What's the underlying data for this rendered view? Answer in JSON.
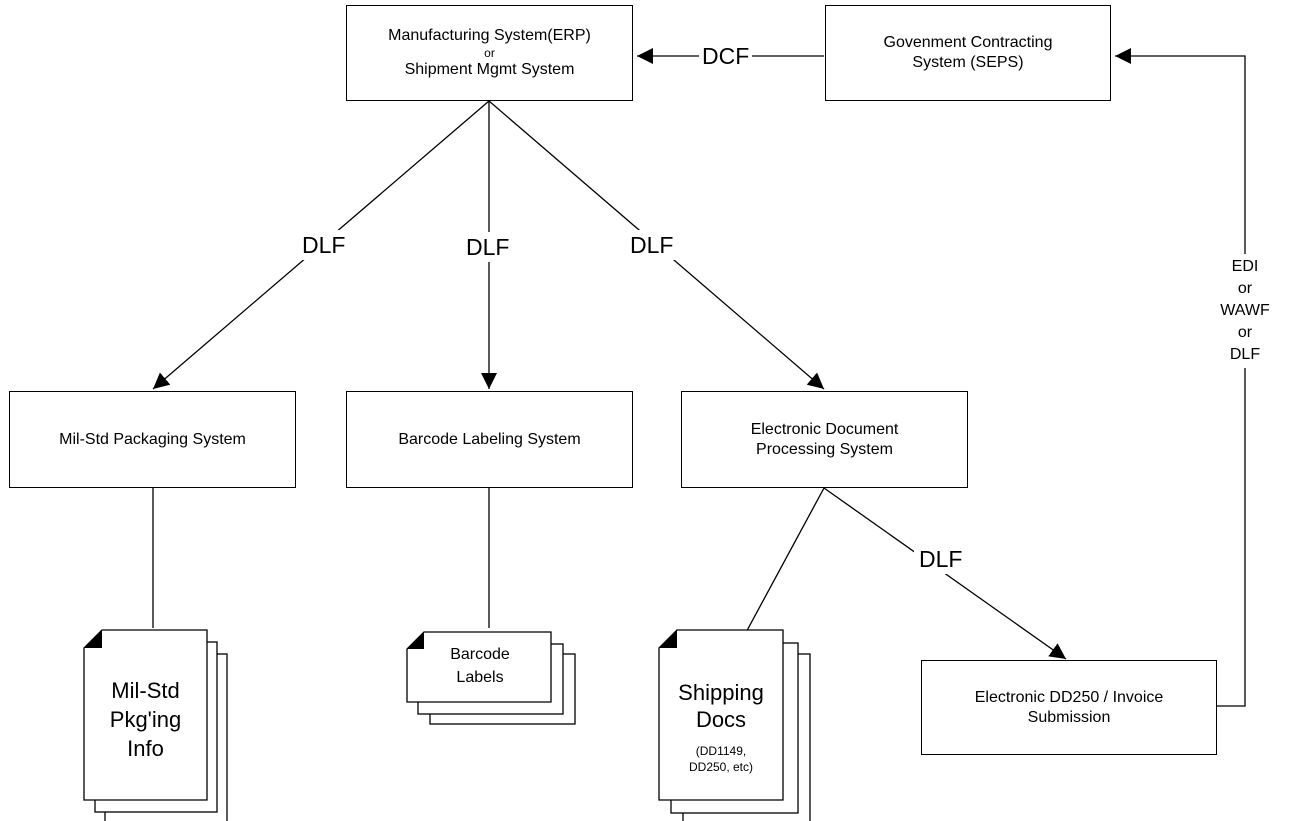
{
  "nodes": {
    "erp": {
      "line1": "Manufacturing System(ERP)",
      "line2": "or",
      "line3": "Shipment Mgmt System"
    },
    "seps": {
      "line1": "Govenment Contracting",
      "line2": "System (SEPS)"
    },
    "milstd_system": {
      "label": "Mil-Std Packaging System"
    },
    "barcode_system": {
      "label": "Barcode Labeling System"
    },
    "edp_system": {
      "line1": "Electronic Document",
      "line2": "Processing System"
    },
    "dd250": {
      "line1": "Electronic DD250 / Invoice",
      "line2": "Submission"
    }
  },
  "documents": {
    "milstd_info": {
      "line1": "Mil-Std",
      "line2": "Pkg'ing",
      "line3": "Info"
    },
    "barcode_labels": {
      "line1": "Barcode",
      "line2": "Labels"
    },
    "shipping_docs": {
      "line1": "Shipping",
      "line2": "Docs",
      "note1": "(DD1149,",
      "note2": "DD250, etc)"
    }
  },
  "edges": {
    "dcf": "DCF",
    "dlf_left": "DLF",
    "dlf_mid": "DLF",
    "dlf_right": "DLF",
    "dlf_dd250": "DLF",
    "return_path": {
      "l1": "EDI",
      "l2": "or",
      "l3": "WAWF",
      "l4": "or",
      "l5": "DLF"
    }
  }
}
